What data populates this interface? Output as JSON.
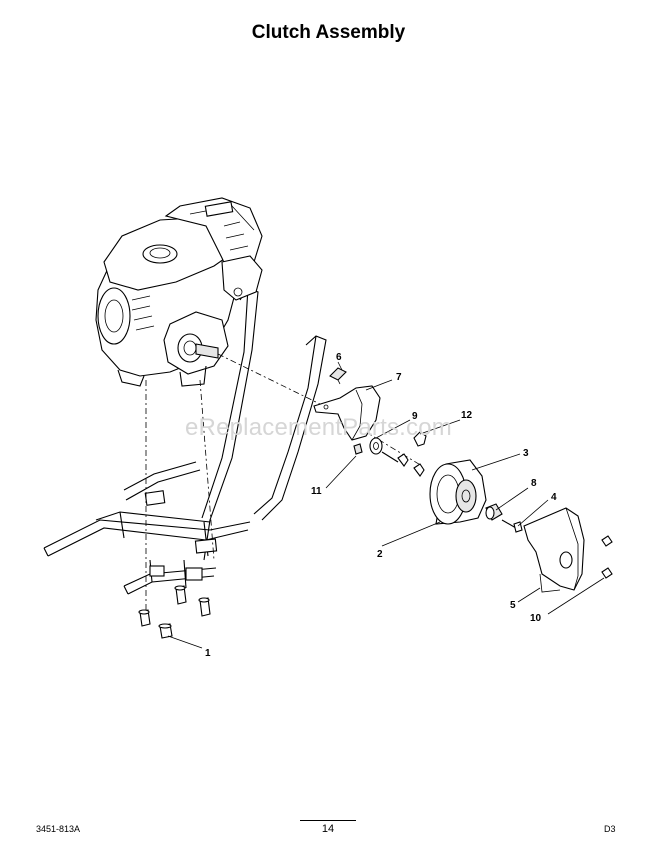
{
  "page": {
    "title": "Clutch Assembly",
    "watermark": "eReplacementParts.com",
    "footer": {
      "doc_number": "3451-813A",
      "page_number": "14",
      "section": "D3"
    }
  },
  "callouts": [
    "1",
    "2",
    "3",
    "4",
    "5",
    "6",
    "7",
    "8",
    "9",
    "10",
    "11",
    "12"
  ],
  "icons": {
    "engine": "engine-drawing",
    "frame": "frame-drawing",
    "clutch": "clutch-drum-drawing",
    "belt_guard": "belt-guard-drawing",
    "clutch_cover": "clutch-cover-drawing"
  }
}
